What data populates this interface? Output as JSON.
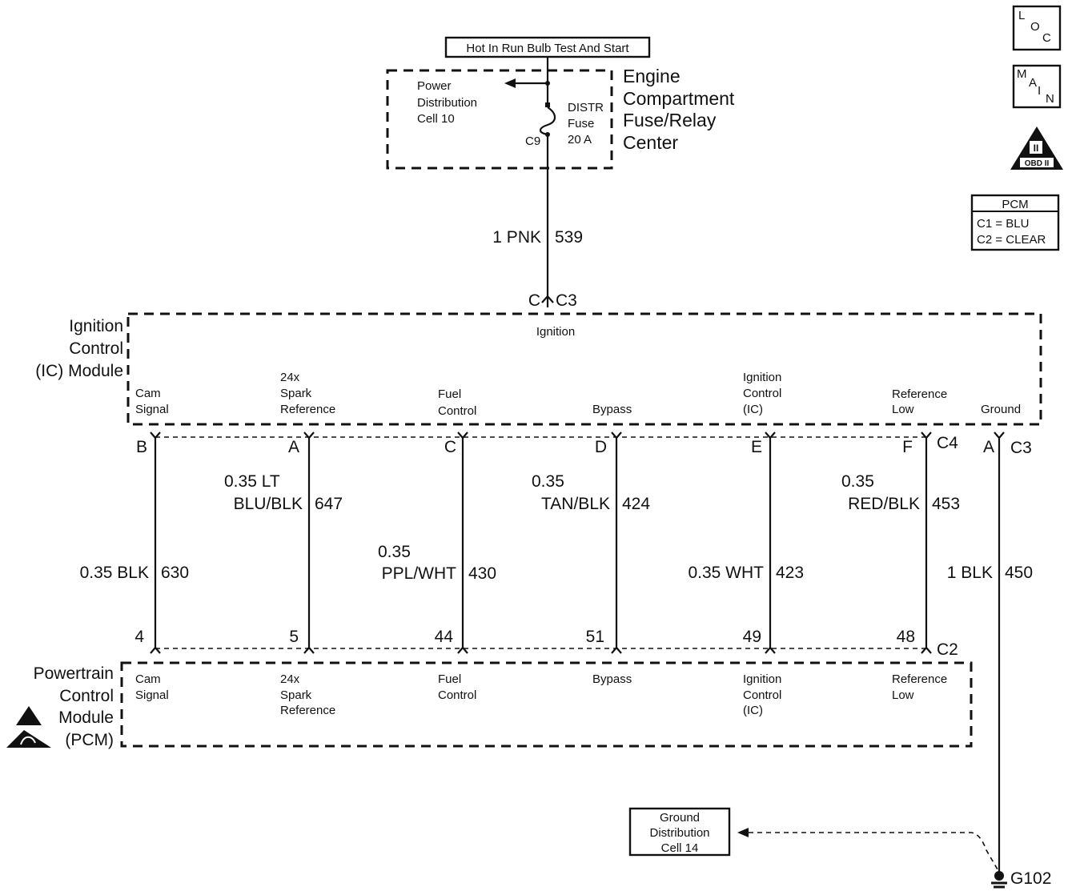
{
  "header": {
    "power_label": "Hot In Run  Bulb Test And Start"
  },
  "fuse_center": {
    "title": [
      "Engine",
      "Compartment",
      "Fuse/Relay",
      "Center"
    ],
    "power_dist": [
      "Power",
      "Distribution",
      "Cell 10"
    ],
    "fuse": [
      "DISTR",
      "Fuse",
      "20 A"
    ],
    "connector": "C9"
  },
  "top_wire": {
    "gauge_color": "1 PNK",
    "circuit": "539",
    "pin": "C",
    "connector": "C3"
  },
  "ic_module": {
    "title": [
      "Ignition",
      "Control",
      "(IC) Module"
    ],
    "ignition_label": "Ignition",
    "terminals": [
      {
        "label": [
          "Cam",
          "Signal"
        ]
      },
      {
        "label": [
          "24x",
          "Spark",
          "Reference"
        ]
      },
      {
        "label": [
          "Fuel",
          "Control"
        ]
      },
      {
        "label": [
          "Bypass"
        ]
      },
      {
        "label": [
          "Ignition",
          "Control",
          "(IC)"
        ]
      },
      {
        "label": [
          "Reference",
          "Low"
        ]
      },
      {
        "label": [
          "Ground"
        ]
      }
    ]
  },
  "connectors": {
    "ic_bottom": "C4",
    "ground_top": "C3",
    "pcm_top": "C2"
  },
  "wires": [
    {
      "top_pin": "B",
      "bottom_pin": "4",
      "gauge_color": [
        "0.35 BLK"
      ],
      "circuit": "630"
    },
    {
      "top_pin": "A",
      "bottom_pin": "5",
      "gauge_color": [
        "0.35 LT",
        "BLU/BLK"
      ],
      "circuit": "647"
    },
    {
      "top_pin": "C",
      "bottom_pin": "44",
      "gauge_color": [
        "0.35",
        "PPL/WHT"
      ],
      "circuit": "430"
    },
    {
      "top_pin": "D",
      "bottom_pin": "51",
      "gauge_color": [
        "0.35",
        "TAN/BLK"
      ],
      "circuit": "424"
    },
    {
      "top_pin": "E",
      "bottom_pin": "49",
      "gauge_color": [
        "0.35 WHT"
      ],
      "circuit": "423"
    },
    {
      "top_pin": "F",
      "bottom_pin": "48",
      "gauge_color": [
        "0.35",
        "RED/BLK"
      ],
      "circuit": "453"
    },
    {
      "top_pin": "A",
      "bottom_pin": "",
      "gauge_color": [
        "1 BLK"
      ],
      "circuit": "450"
    }
  ],
  "pcm_module": {
    "title": [
      "Powertrain",
      "Control",
      "Module",
      "(PCM)"
    ],
    "terminals": [
      {
        "label": [
          "Cam",
          "Signal"
        ]
      },
      {
        "label": [
          "24x",
          "Spark",
          "Reference"
        ]
      },
      {
        "label": [
          "Fuel",
          "Control"
        ]
      },
      {
        "label": [
          "Bypass"
        ]
      },
      {
        "label": [
          "Ignition",
          "Control",
          "(IC)"
        ]
      },
      {
        "label": [
          "Reference",
          "Low"
        ]
      }
    ]
  },
  "ground": {
    "ref": [
      "Ground",
      "Distribution",
      "Cell 14"
    ],
    "point": "G102"
  },
  "side_icons": {
    "loc": [
      "L",
      "O",
      "C"
    ],
    "main": [
      "M",
      "A",
      "I",
      "N"
    ],
    "obd": "OBD II",
    "obd_numeral": "II",
    "pcm_legend": {
      "title": "PCM",
      "rows": [
        "C1 = BLU",
        "C2 = CLEAR"
      ]
    }
  }
}
